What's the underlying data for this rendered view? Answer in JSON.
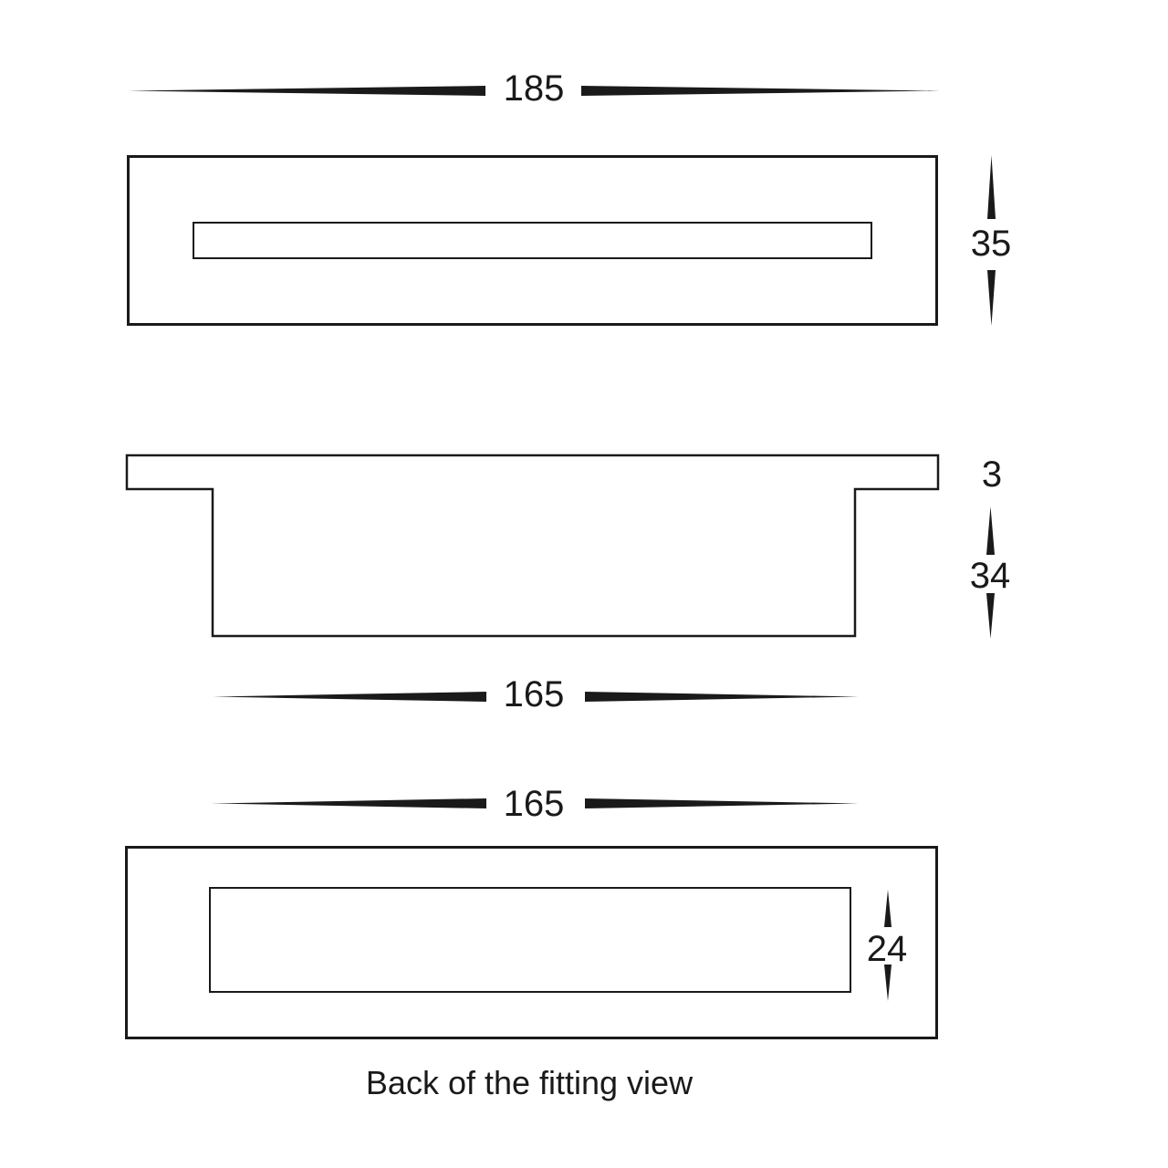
{
  "drawing": {
    "caption": "Back of the fitting view",
    "colors": {
      "background": "#ffffff",
      "line": "#1a1a1a",
      "text": "#1a1a1a"
    },
    "front_view": {
      "width_dim": "185",
      "height_dim": "35"
    },
    "side_view": {
      "flange_thickness_dim": "3",
      "body_depth_dim": "34",
      "body_width_dim": "165"
    },
    "back_view": {
      "width_dim": "165",
      "aperture_height_dim": "24"
    }
  }
}
